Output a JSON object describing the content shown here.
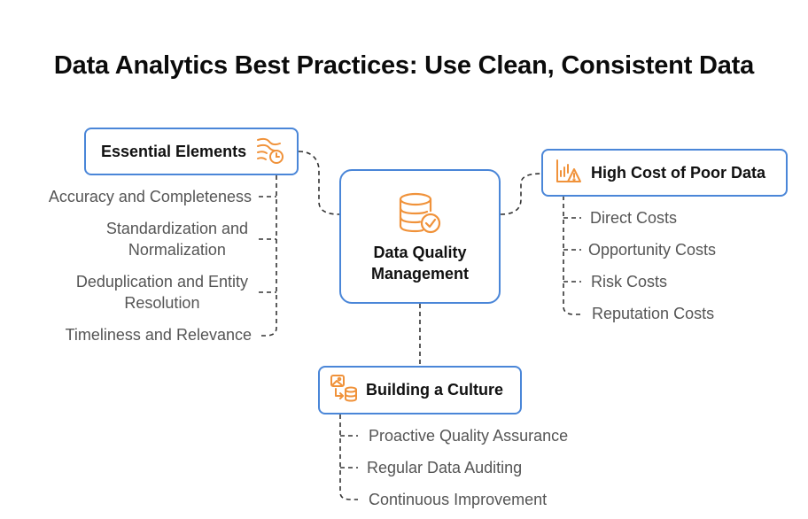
{
  "title": "Data Analytics Best Practices: Use Clean, Consistent Data",
  "center": {
    "label": "Data Quality\nManagement",
    "icon": "database-check-icon"
  },
  "essential": {
    "label": "Essential Elements",
    "icon": "wind-clock-icon",
    "items": [
      "Accuracy and Completeness",
      "Standardization and\nNormalization",
      "Deduplication and Entity\nResolution",
      "Timeliness and Relevance"
    ]
  },
  "high_cost": {
    "label": "High Cost of Poor Data",
    "icon": "chart-warning-icon",
    "items": [
      "Direct Costs",
      "Opportunity Costs",
      "Risk Costs",
      "Reputation Costs"
    ]
  },
  "culture": {
    "label": "Building a Culture",
    "icon": "image-database-icon",
    "items": [
      "Proactive Quality Assurance",
      "Regular Data Auditing",
      "Continuous Improvement"
    ]
  },
  "colors": {
    "border": "#4a86d8",
    "icon": "#f0923a",
    "text": "#111111",
    "subtext": "#555555",
    "connector": "#333333"
  }
}
